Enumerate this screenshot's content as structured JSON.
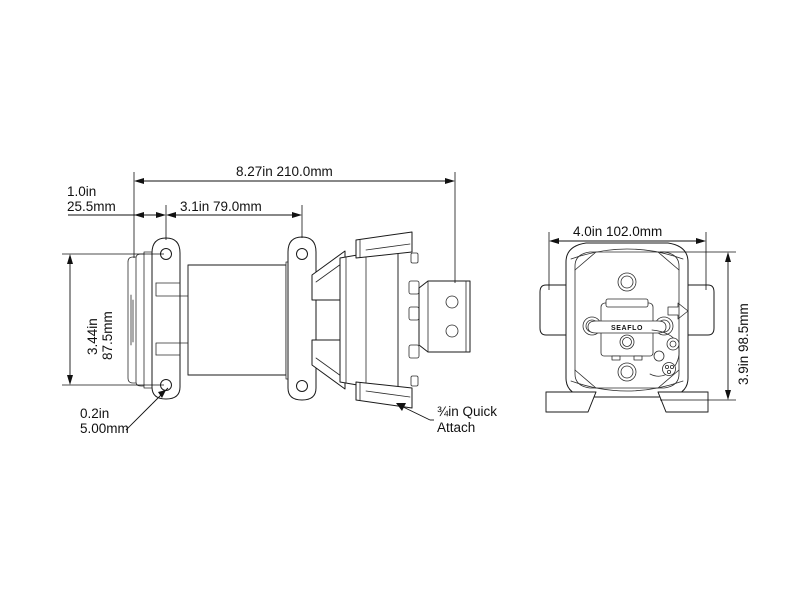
{
  "drawing": {
    "title": "SEAFLO diaphragm pump dimensional drawing",
    "background_color": "#ffffff",
    "line_color": "#1a1a1a",
    "text_color": "#111111",
    "views": {
      "side": {
        "name": "side-elevation-view"
      },
      "front": {
        "name": "front-end-view"
      }
    }
  },
  "dimensions": {
    "overall_length": {
      "name": "overall-length-dimension",
      "inch": "8.27in",
      "mm": "210.0mm",
      "text": "8.27in  210.0mm"
    },
    "mount_offset": {
      "name": "mount-offset-dimension",
      "line1": "1.0in",
      "line2": "25.5mm"
    },
    "mount_spacing": {
      "name": "mount-hole-spacing-dimension",
      "inch": "3.1in",
      "mm": "79.0mm",
      "text": "3.1in  79.0mm"
    },
    "overall_height_side": {
      "name": "side-view-height-dimension",
      "line1": "3.44in",
      "line2": "87.5mm"
    },
    "hole_diameter": {
      "name": "mounting-hole-diameter-dimension",
      "line1": "0.2in",
      "line2": "5.00mm"
    },
    "overall_width_front": {
      "name": "front-view-width-dimension",
      "inch": "4.0in",
      "mm": "102.0mm",
      "text": "4.0in  102.0mm"
    },
    "overall_height_front": {
      "name": "front-view-height-dimension",
      "text": "3.9in 98.5mm"
    }
  },
  "annotations": {
    "port": {
      "name": "quick-attach-port-callout",
      "line1": "¾in Quick",
      "line2": "Attach"
    }
  },
  "branding": {
    "logo_text": "SEAFLO",
    "flow_arrow": "flow-direction-arrow"
  }
}
